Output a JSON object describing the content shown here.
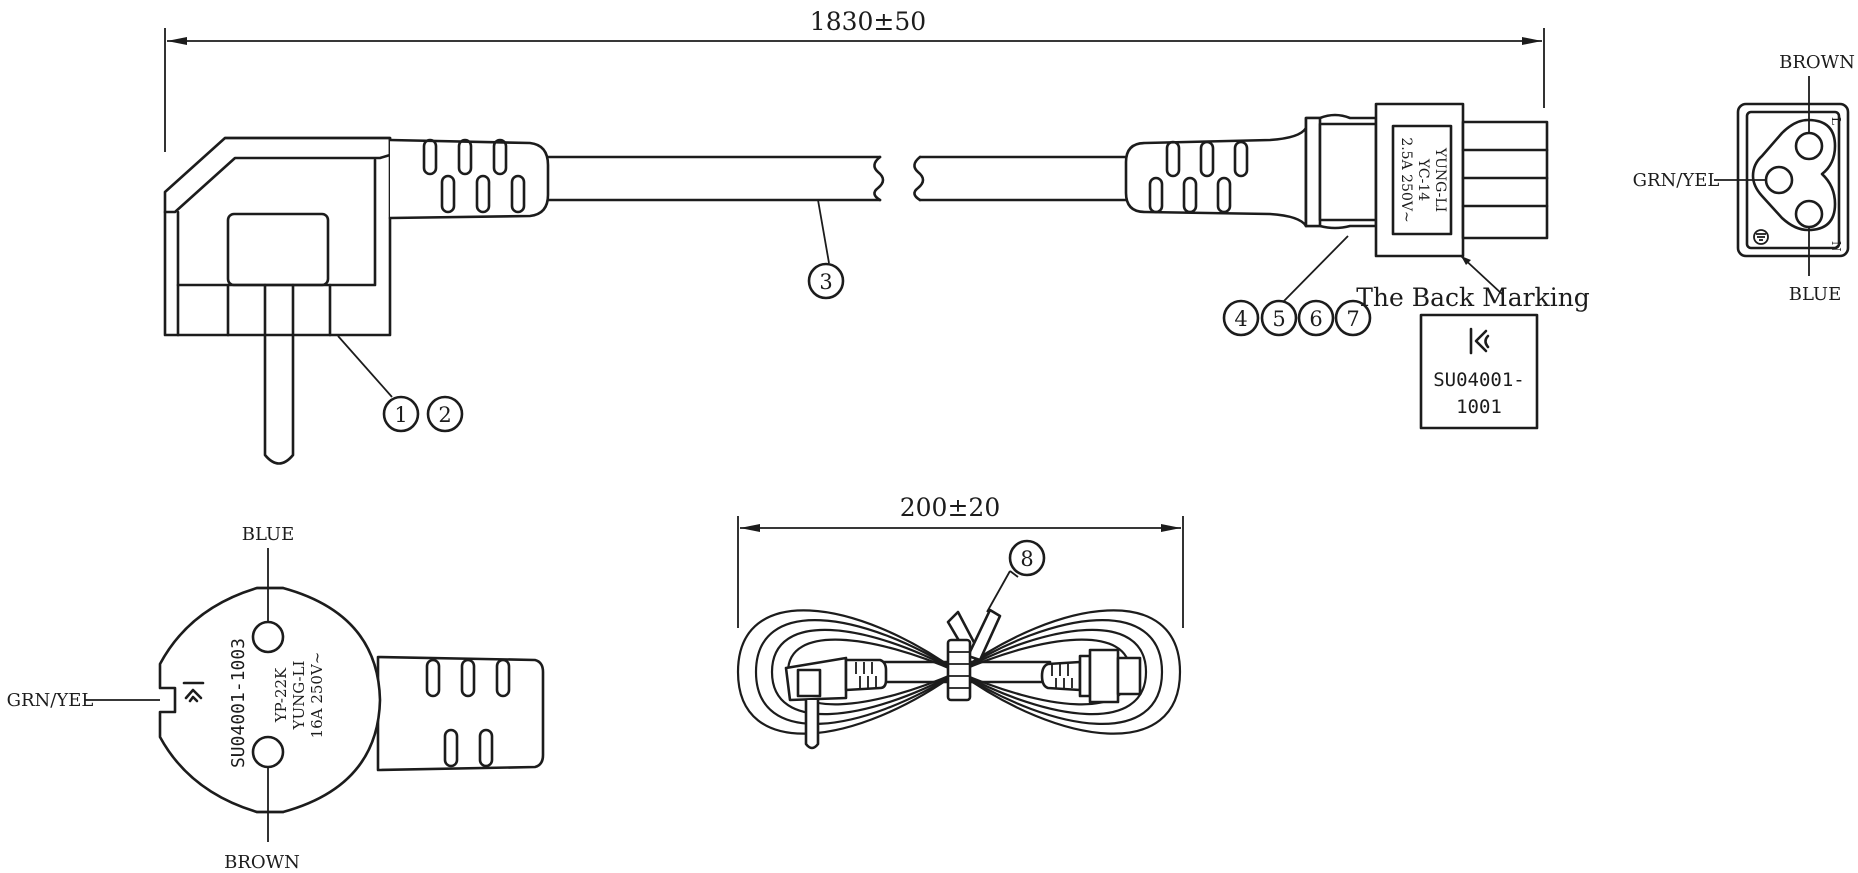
{
  "dimensions": {
    "cord_length": "1830±50",
    "bundle_length": "200±20"
  },
  "plug": {
    "wires": {
      "top": "BLUE",
      "left": "GRN/YEL",
      "bottom": "BROWN"
    },
    "marking": {
      "cert_no": "SU04001-1003",
      "model": "YP-22K",
      "brand": "YUNG-LI",
      "rating": "16A 250V~"
    }
  },
  "connector": {
    "marking": {
      "brand": "YUNG-LI",
      "model": "YC-14",
      "rating": "2.5A 250V~"
    },
    "back_marking": {
      "label": "The Back Marking",
      "cert_line1": "SU04001-",
      "cert_line2": "1001"
    },
    "face": {
      "top": "BROWN",
      "left": "GRN/YEL",
      "bottom": "BLUE",
      "pin_l": "L",
      "pin_n": "N"
    }
  },
  "callouts": [
    "1",
    "2",
    "3",
    "4",
    "5",
    "6",
    "7",
    "8"
  ]
}
